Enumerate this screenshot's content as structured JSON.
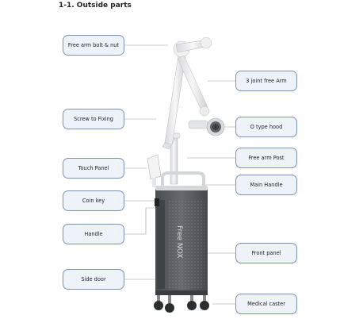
{
  "section_title": "1-1. Outside parts",
  "device_brand_text": "Free NOX",
  "labels": {
    "free_arm_bolt_nut": "Free arm bolt & nut",
    "screw_to_fixing": "Screw to Fixing",
    "touch_panel": "Touch Panel",
    "coin_key": "Coin key",
    "handle": "Handle",
    "side_door": "Side door",
    "joint_free_arm": "3 joint free Arm",
    "o_type_hood": "O type hood",
    "free_arm_post": "Free arm Post",
    "main_handle": "Main Handle",
    "front_panel": "Front panel",
    "medical_caster": "Medical caster"
  },
  "colors": {
    "label_border": "#7a93b5",
    "label_fill": "#eef3fa",
    "cabinet": "#5b5f63",
    "arm": "#e9eaeb"
  }
}
